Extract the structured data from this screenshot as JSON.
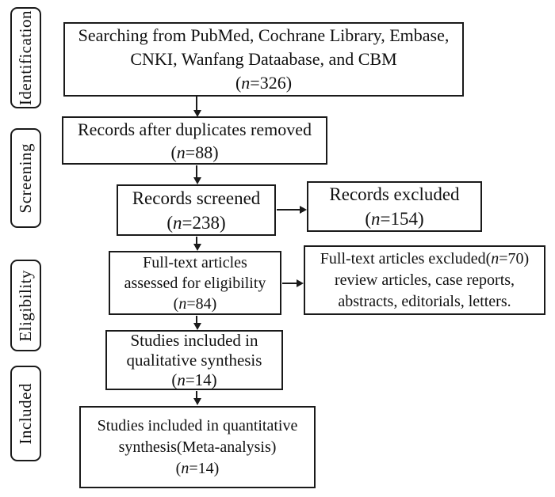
{
  "flow": {
    "stage_labels": [
      "Identification",
      "Screening",
      "Eligibility",
      "Included"
    ],
    "boxes": {
      "searching": {
        "line1": "Searching from PubMed, Cochrane Library, Embase,",
        "line2": "CNKI, Wanfang Dataabase, and CBM",
        "n_open": "(",
        "n_italic": "n",
        "n_rest": "=326)"
      },
      "duplicates_removed": {
        "line1": "Records after duplicates removed",
        "n_open": "(",
        "n_italic": "n",
        "n_rest": "=88)"
      },
      "screened": {
        "line1": "Records screened",
        "n_open": "(",
        "n_italic": "n",
        "n_rest": "=238)"
      },
      "records_excluded": {
        "line1": "Records excluded",
        "n_open": "(",
        "n_italic": "n",
        "n_rest": "=154)"
      },
      "fulltext_assessed": {
        "line1": "Full-text articles",
        "line2": "assessed for eligibility",
        "n_open": "(",
        "n_italic": "n",
        "n_rest": "=84)"
      },
      "fulltext_excluded": {
        "line1_pre": "Full-text articles excluded(",
        "n_italic": "n",
        "line1_post": "=70)",
        "line2": "review articles, case reports,",
        "line3": "abstracts, editorials, letters."
      },
      "qualitative": {
        "line1": "Studies included in",
        "line2": "qualitative synthesis",
        "n_open": "(",
        "n_italic": "n",
        "n_rest": "=14)"
      },
      "quantitative": {
        "line1": "Studies included in quantitative",
        "line2": "synthesis(Meta-analysis)",
        "n_open": "(",
        "n_italic": "n",
        "n_rest": "=14)"
      }
    },
    "colors": {
      "border": "#1a1a1a",
      "text": "#111111",
      "background": "#ffffff"
    }
  }
}
